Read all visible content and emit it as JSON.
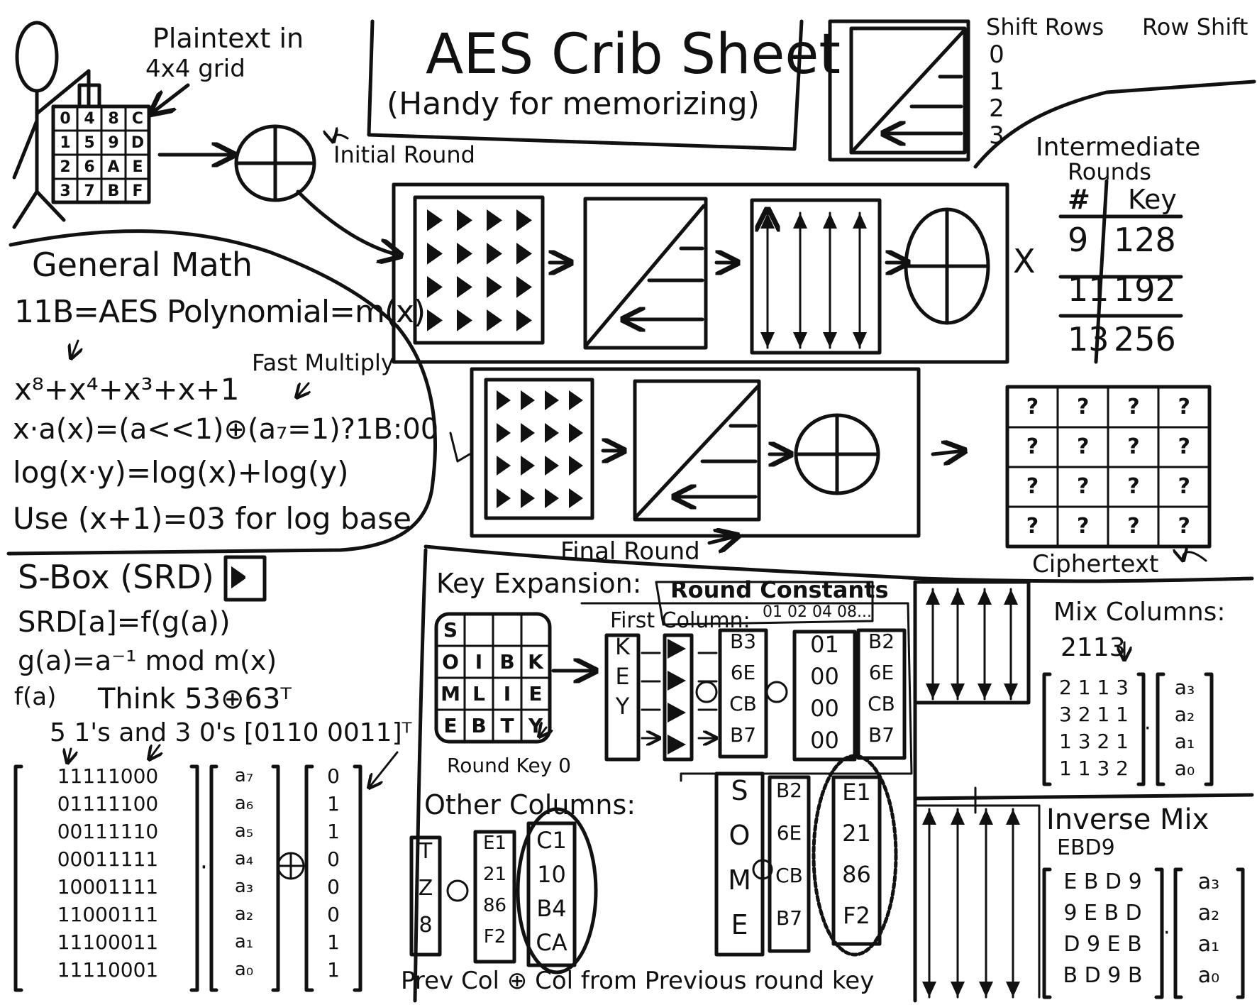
{
  "title": "AES Crib Sheet",
  "subtitle": "(Handy for memorizing)",
  "plaintext": {
    "label_line1": "Plaintext in",
    "label_line2": "4x4 grid",
    "grid": [
      "0",
      "4",
      "8",
      "C",
      "1",
      "5",
      "9",
      "D",
      "2",
      "6",
      "A",
      "E",
      "3",
      "7",
      "B",
      "F"
    ]
  },
  "initial_round_label": "Initial Round",
  "shift_rows": {
    "label": "Shift Rows",
    "row_shift_label": "Row Shift",
    "shifts": [
      "0",
      "1",
      "2",
      "3"
    ]
  },
  "intermediate": {
    "label_line1": "Intermediate",
    "label_line2": "Rounds",
    "multiplier": "X",
    "table_header": [
      "#",
      "Key"
    ],
    "table_rows": [
      [
        "9",
        "128"
      ],
      [
        "11",
        "192"
      ],
      [
        "13",
        "256"
      ]
    ]
  },
  "final_round_label": "Final Round",
  "ciphertext": {
    "label": "Ciphertext",
    "cell": "?"
  },
  "general_math": {
    "heading": "General Math",
    "line1": "11B=AES Polynomial=m(x)",
    "poly": "x⁸+x⁴+x³+x+1",
    "fast_multiply": "Fast Multiply",
    "line3": "x·a(x)=(a<<1)⊕(a₇=1)?1B:00",
    "line4": "log(x·y)=log(x)+log(y)",
    "line5": "Use (x+1)=03 for log base"
  },
  "sbox": {
    "heading": "S-Box (SRD)",
    "line1": "SRD[a]=f(g(a))",
    "line2": "g(a)=a⁻¹ mod m(x)",
    "line3_a": "f(a)",
    "line3_b": "Think 53⊕63ᵀ",
    "line4": "5 1's and 3 0's [0110 0011]ᵀ",
    "matrix": [
      "11111000",
      "01111100",
      "00111110",
      "00011111",
      "10001111",
      "11000111",
      "11100011",
      "11110001"
    ],
    "vector_a": [
      "a₇",
      "a₆",
      "a₅",
      "a₄",
      "a₃",
      "a₂",
      "a₁",
      "a₀"
    ],
    "const_bits": [
      "0",
      "1",
      "1",
      "0",
      "0",
      "0",
      "1",
      "1"
    ],
    "dot": "·",
    "xor": "⊕"
  },
  "key_expansion": {
    "heading": "Key Expansion:",
    "round_constants": "Round Constants",
    "rcon_values": "01 02 04 08...",
    "first_column": "First Column:",
    "round_key_label": "Round Key 0",
    "key_grid": [
      "S",
      "",
      "",
      "",
      "O",
      "I",
      "B",
      "K",
      "M",
      "L",
      "I",
      "E",
      "E",
      "B",
      "T",
      "Y"
    ],
    "col_in": [
      "K",
      "E",
      "Y",
      ""
    ],
    "col_sub": [
      "B3",
      "6E",
      "CB",
      "B7"
    ],
    "rcon_col": [
      "01",
      "00",
      "00",
      "00"
    ],
    "col_result": [
      "B2",
      "6E",
      "CB",
      "B7"
    ],
    "some_col": [
      "S",
      "O",
      "M",
      "E"
    ],
    "some_rhs": [
      "B2",
      "6E",
      "CB",
      "B7"
    ],
    "some_result": [
      "E1",
      "21",
      "86",
      "F2"
    ],
    "other_columns": "Other Columns:",
    "prev_col": [
      "T",
      "Z",
      "8"
    ],
    "other_rhs": [
      "E1",
      "21",
      "86",
      "F2"
    ],
    "other_result": [
      "C1",
      "10",
      "B4",
      "CA"
    ],
    "footer": "Prev Col ⊕ Col from Previous round key"
  },
  "mix_columns": {
    "heading": "Mix Columns:",
    "seed": "2113",
    "matrix": [
      "2 1 1 3",
      "3 2 1 1",
      "1 3 2 1",
      "1 1 3 2"
    ],
    "vector": [
      "a₃",
      "a₂",
      "a₁",
      "a₀"
    ]
  },
  "inverse_mix": {
    "heading": "Inverse Mix",
    "seed": "EBD9",
    "matrix": [
      "E B D 9",
      "9 E B D",
      "D 9 E B",
      "B D 9 B"
    ],
    "vector": [
      "a₃",
      "a₂",
      "a₁",
      "a₀"
    ]
  }
}
